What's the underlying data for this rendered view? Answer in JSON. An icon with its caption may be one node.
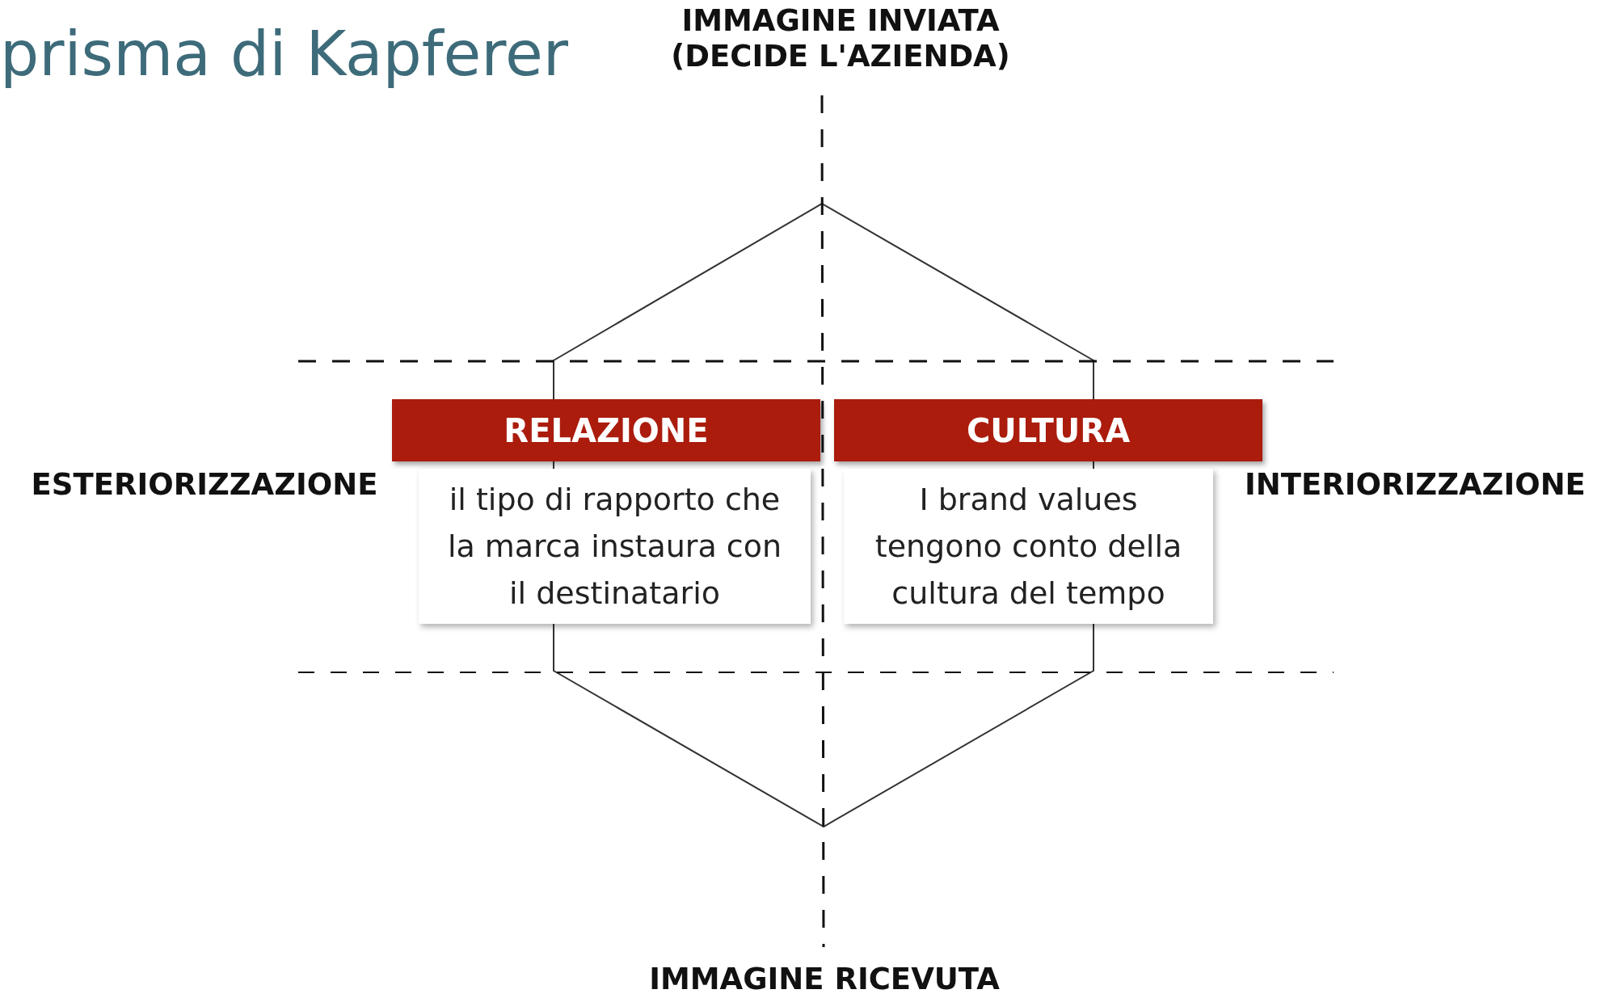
{
  "diagram": {
    "title": "prisma di Kapferer",
    "nodes": [
      {
        "text": [
          "RELAZIONE",
          "il tipo di rapporto che la marca instaura con il destinatario"
        ]
      },
      {
        "text": [
          "CULTURA",
          "I brand values tengono conto della cultura del tempo"
        ]
      }
    ],
    "labels": [
      "IMMAGINE INVIATA (DECIDE L'AZIENDA)",
      "ESTERIORIZZAZIONE",
      "INTERIORIZZAZIONE",
      "IMMAGINE RICEVUTA"
    ]
  }
}
